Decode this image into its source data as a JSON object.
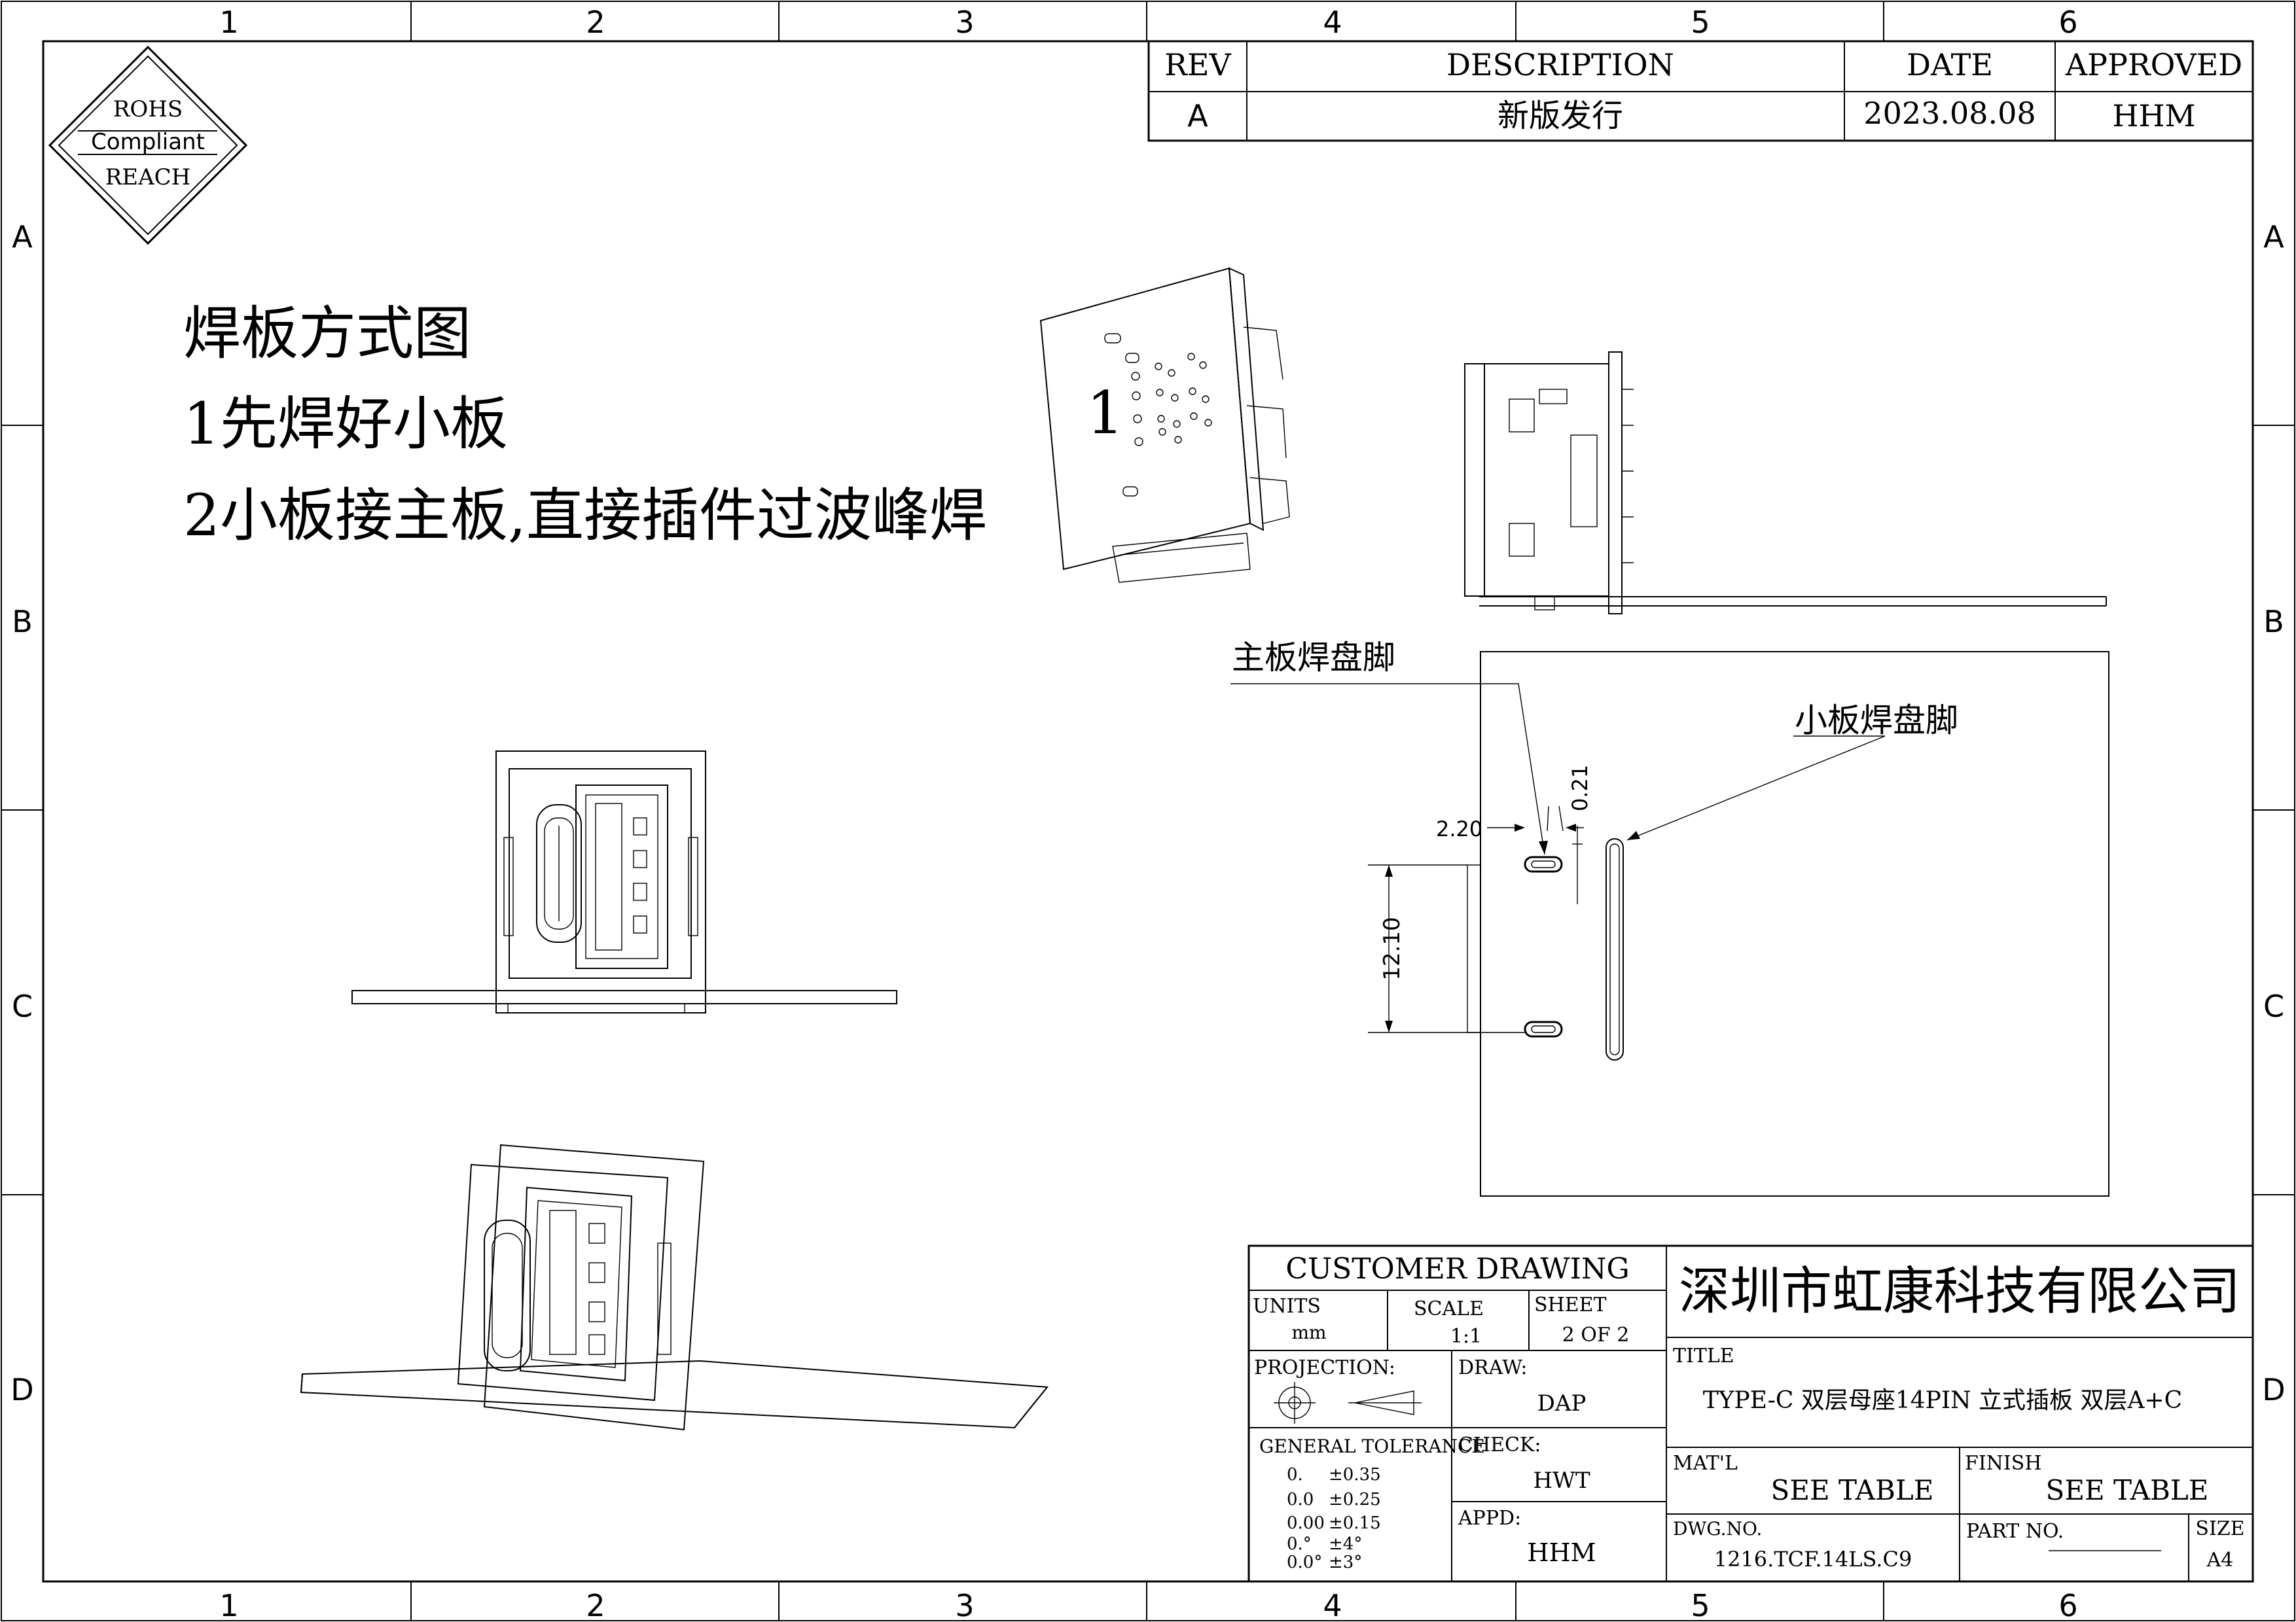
{
  "frame": {
    "columns": [
      "1",
      "2",
      "3",
      "4",
      "5",
      "6"
    ],
    "rows": [
      "A",
      "B",
      "C",
      "D"
    ]
  },
  "rohs": {
    "line1": "ROHS",
    "line2": "Compliant",
    "line3": "REACH"
  },
  "revision_table": {
    "headers": {
      "rev": "REV",
      "description": "DESCRIPTION",
      "date": "DATE",
      "approved": "APPROVED"
    },
    "row": {
      "rev": "A",
      "description": "新版发行",
      "date": "2023.08.08",
      "approved": "HHM"
    }
  },
  "notes": {
    "title": "焊板方式图",
    "step1": "1先焊好小板",
    "step2": "2小板接主板,直接插件过波峰焊"
  },
  "views": {
    "iso_small_board_label": "1",
    "main_pad_label": "主板焊盘脚",
    "small_pad_label": "小板焊盘脚",
    "dim_pad_width": "2.20",
    "dim_pad_gap": "0.21",
    "dim_pitch": "12.10"
  },
  "title_block": {
    "customer_drawing": "CUSTOMER DRAWING",
    "units_label": "UNITS",
    "units_value": "mm",
    "scale_label": "SCALE",
    "scale_value": "1:1",
    "sheet_label": "SHEET",
    "sheet_value": "2 OF 2",
    "projection_label": "PROJECTION:",
    "draw_label": "DRAW:",
    "draw_value": "DAP",
    "check_label": "CHECK:",
    "check_value": "HWT",
    "appd_label": "APPD:",
    "appd_value": "HHM",
    "tolerance_label": "GENERAL TOLERANCE",
    "tolerances": [
      {
        "k": "0.",
        "v": "±0.35"
      },
      {
        "k": "0.0",
        "v": "±0.25"
      },
      {
        "k": "0.00",
        "v": "±0.15"
      },
      {
        "k": "0.°",
        "v": "±4°"
      },
      {
        "k": "0.0°",
        "v": "±3°"
      }
    ],
    "company": "深圳市虹康科技有限公司",
    "title_label": "TITLE",
    "title_value": "TYPE-C 双层母座14PIN 立式插板 双层A+C",
    "matl_label": "MAT'L",
    "matl_value": "SEE TABLE",
    "finish_label": "FINISH",
    "finish_value": "SEE TABLE",
    "dwg_label": "DWG.NO.",
    "dwg_value": "1216.TCF.14LS.C9",
    "partno_label": "PART NO.",
    "size_label": "SIZE",
    "size_value": "A4"
  }
}
